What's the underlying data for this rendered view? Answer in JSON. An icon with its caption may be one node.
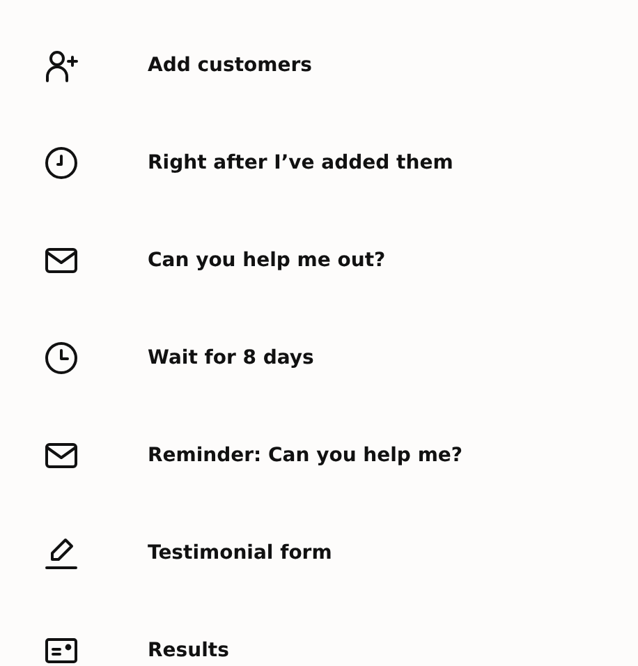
{
  "diagram": {
    "labels": [
      "Add customers",
      "Right after I’ve added them",
      "Can you help me out?",
      "Wait for 8 days",
      "Reminder: Can you help me?",
      "Testimonial form",
      "Results"
    ]
  }
}
